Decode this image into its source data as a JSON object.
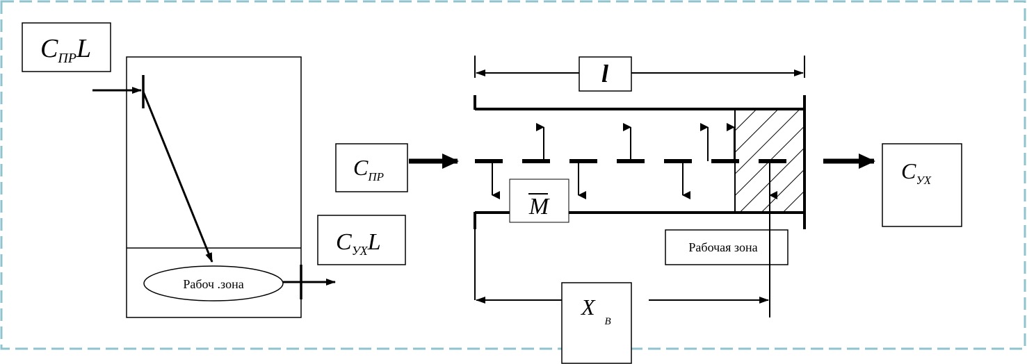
{
  "left_panel": {
    "inlet_label": {
      "var": "C",
      "sub": "ПР",
      "tail": "L"
    },
    "outlet_label": {
      "var": "C",
      "sub": "УХ",
      "tail": "L"
    },
    "work_zone_label": "Рабоч .зона"
  },
  "right_panel": {
    "length_label": "l",
    "inlet_label": {
      "var": "C",
      "sub": "ПР"
    },
    "outlet_label": {
      "var": "C",
      "sub": "УХ"
    },
    "mean_label": "M",
    "work_zone_label": "Рабочая зона",
    "breakthrough_label": {
      "var": "X",
      "sub": "В"
    }
  },
  "colors": {
    "line": "#000000",
    "frame_dash": "#8fc3cf",
    "background": "#ffffff"
  }
}
